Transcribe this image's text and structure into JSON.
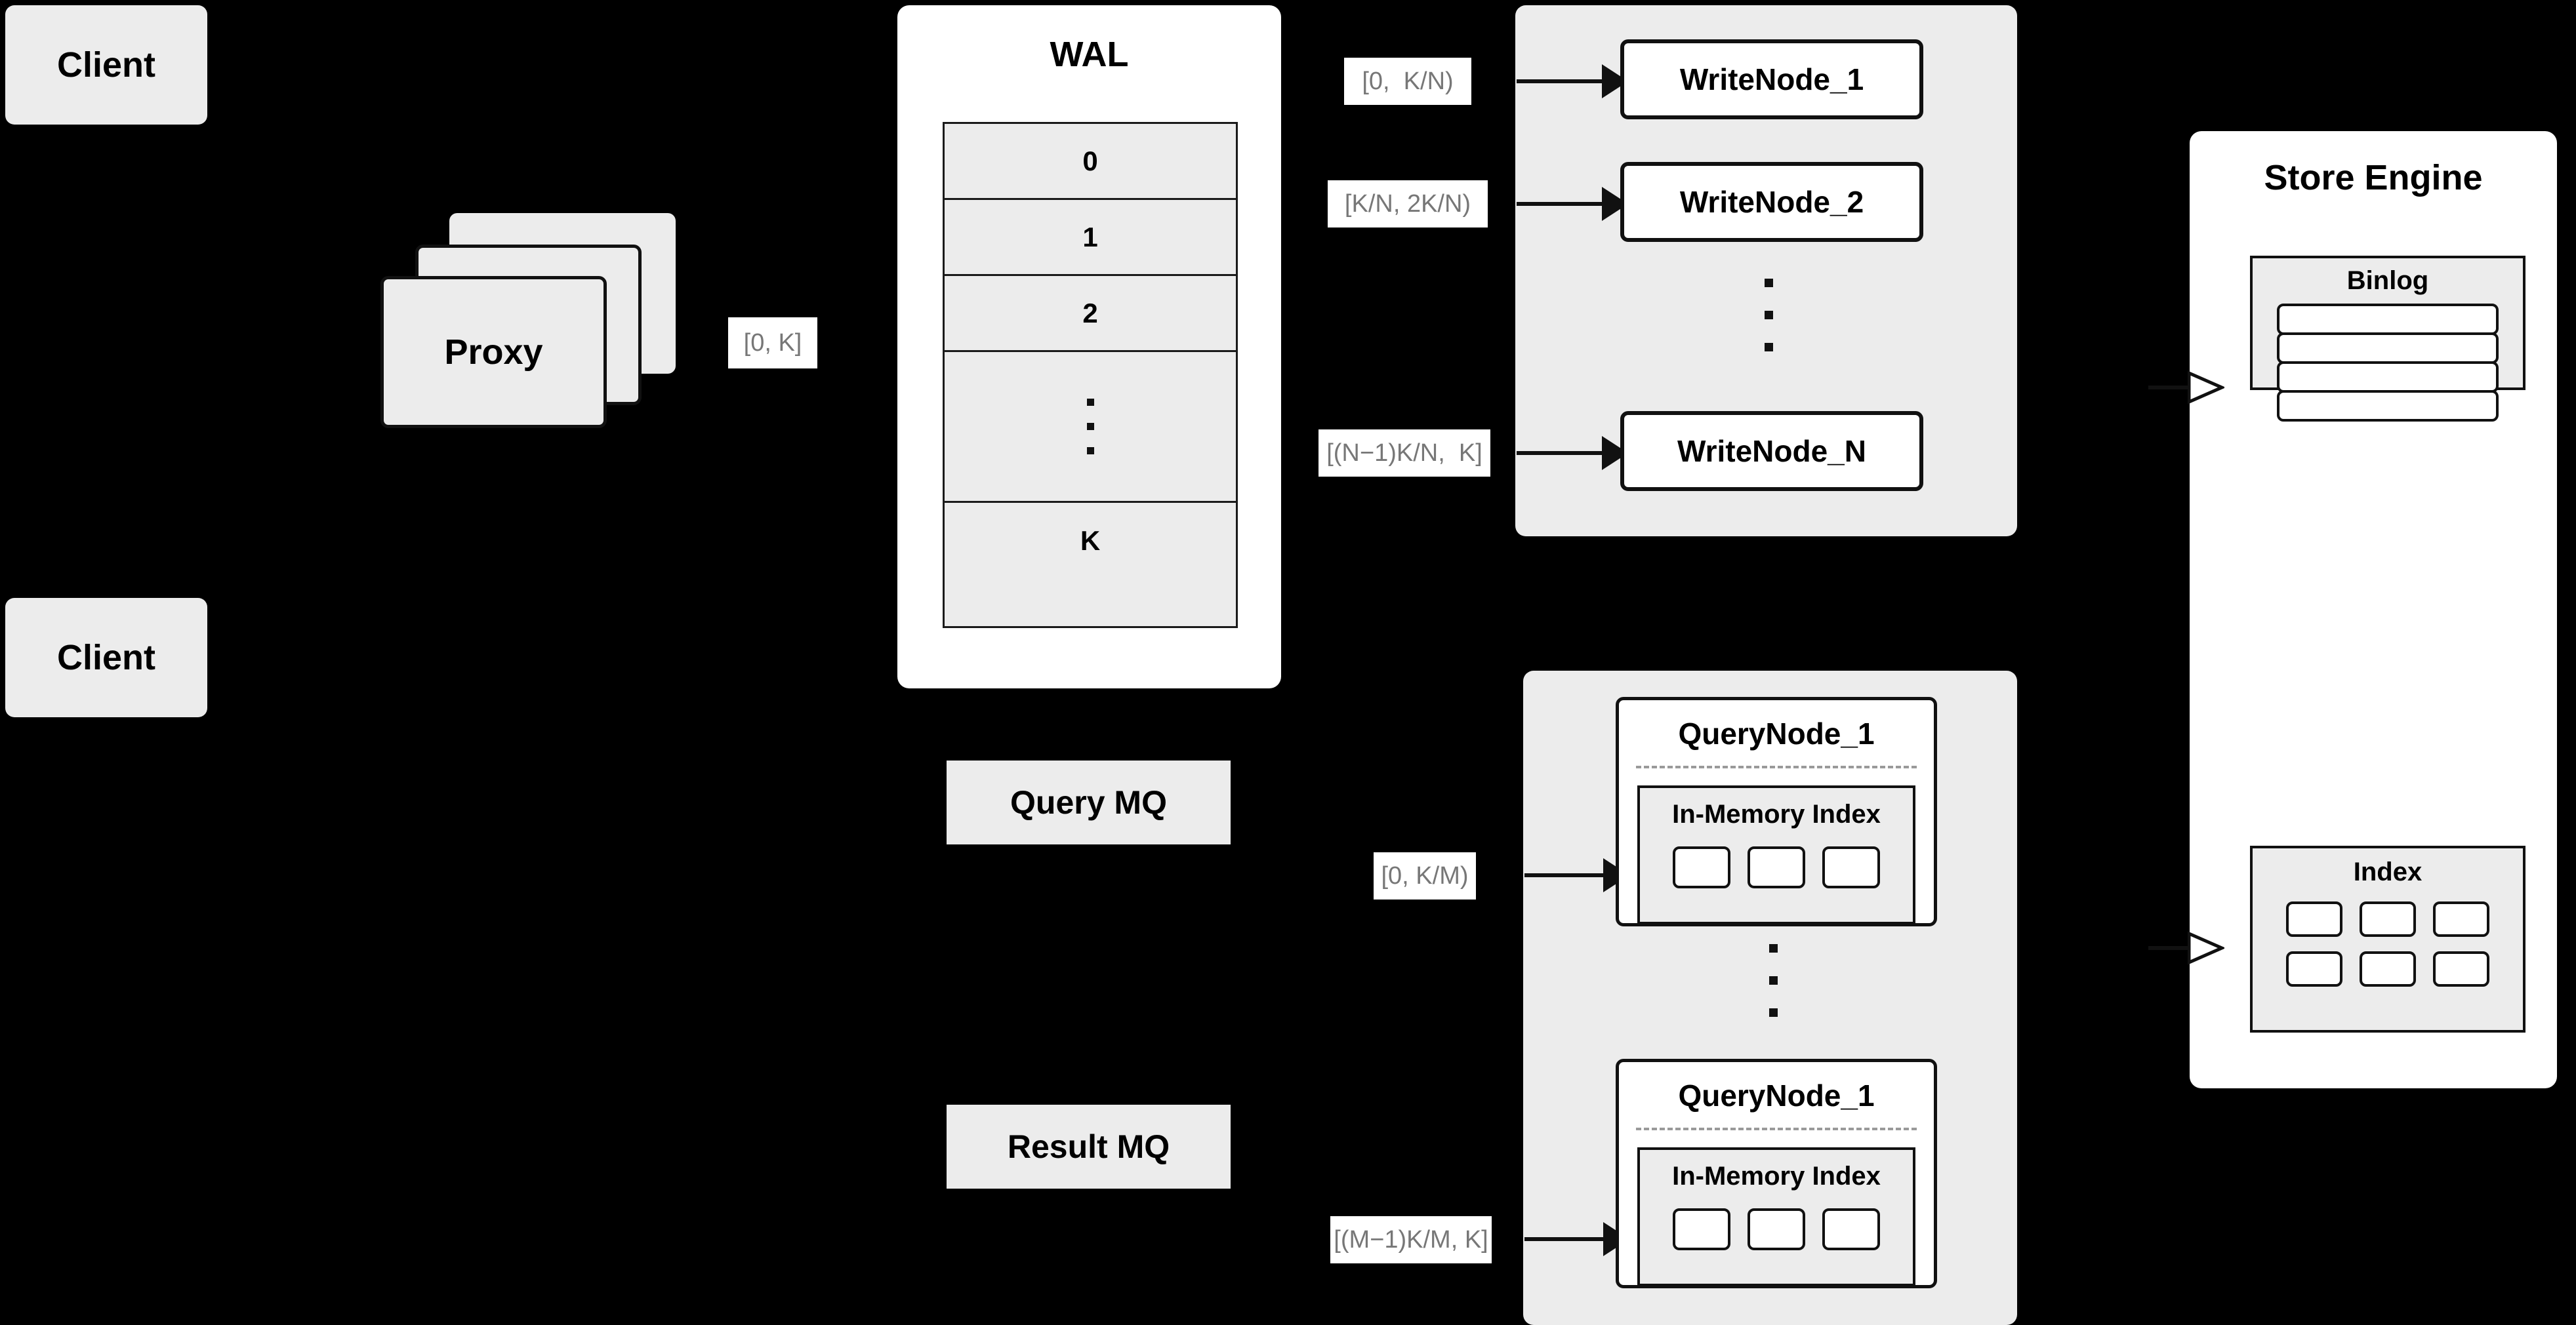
{
  "diagram": {
    "clients": [
      {
        "label": "Client"
      },
      {
        "label": "Client"
      }
    ],
    "proxy": {
      "label": "Proxy",
      "stack_count": 3
    },
    "proxy_range_label": "[0, K]",
    "wal": {
      "title": "WAL",
      "entries": [
        "0",
        "1",
        "2",
        "⋮",
        "K"
      ]
    },
    "queues": [
      {
        "label": "Query MQ"
      },
      {
        "label": "Result MQ"
      }
    ],
    "write_cluster": {
      "nodes": [
        {
          "label": "WriteNode_1",
          "range": "[0,  K/N)"
        },
        {
          "label": "WriteNode_2",
          "range": "[K/N, 2K/N)"
        },
        {
          "label": "WriteNode_N",
          "range": "[(N−1)K/N,  K]"
        }
      ],
      "ellipsis": "⋮"
    },
    "query_cluster": {
      "nodes": [
        {
          "label": "QueryNode_1",
          "range": "[0, K/M)",
          "index": {
            "title": "In-Memory Index",
            "cells": 3
          }
        },
        {
          "label": "QueryNode_1",
          "range": "[(M−1)K/M, K]",
          "index": {
            "title": "In-Memory Index",
            "cells": 3
          }
        }
      ],
      "ellipsis": "⋮"
    },
    "store_engine": {
      "title": "Store Engine",
      "binlog": {
        "title": "Binlog",
        "bars": 4
      },
      "index": {
        "title": "Index",
        "cells": 6
      }
    },
    "colors": {
      "background": "#000000",
      "panel_grey": "#ececec",
      "panel_white": "#ffffff",
      "stroke": "#111111",
      "range_text": "#777777"
    }
  }
}
